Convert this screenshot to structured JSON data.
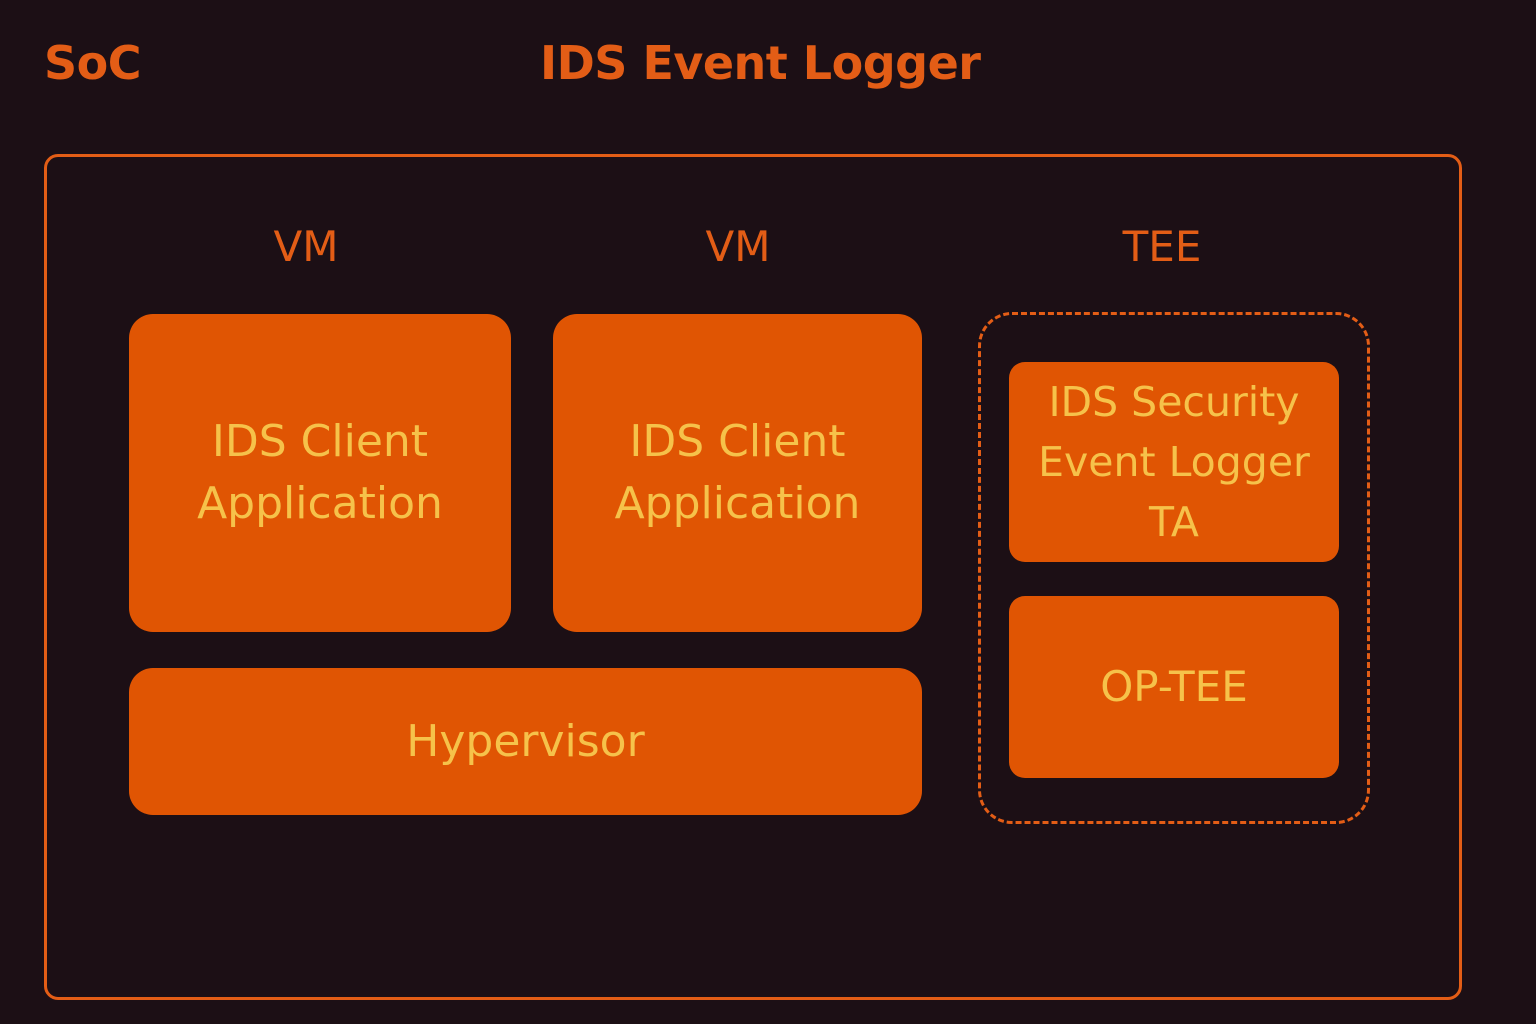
{
  "diagram": {
    "corner_label": "SoC",
    "title": "IDS Event Logger",
    "columns": {
      "vm1": "VM",
      "vm2": "VM",
      "tee": "TEE"
    },
    "blocks": {
      "client_app_1": [
        "IDS Client",
        "Application"
      ],
      "client_app_2": [
        "IDS Client",
        "Application"
      ],
      "hypervisor": "Hypervisor",
      "logger_ta": [
        "IDS Security",
        "Event Logger TA"
      ],
      "op_tee": "OP-TEE"
    },
    "colors": {
      "background": "#1c0f15",
      "accent": "#e35d16",
      "block_fill": "#e05503",
      "block_text": "#f6c24a"
    }
  }
}
